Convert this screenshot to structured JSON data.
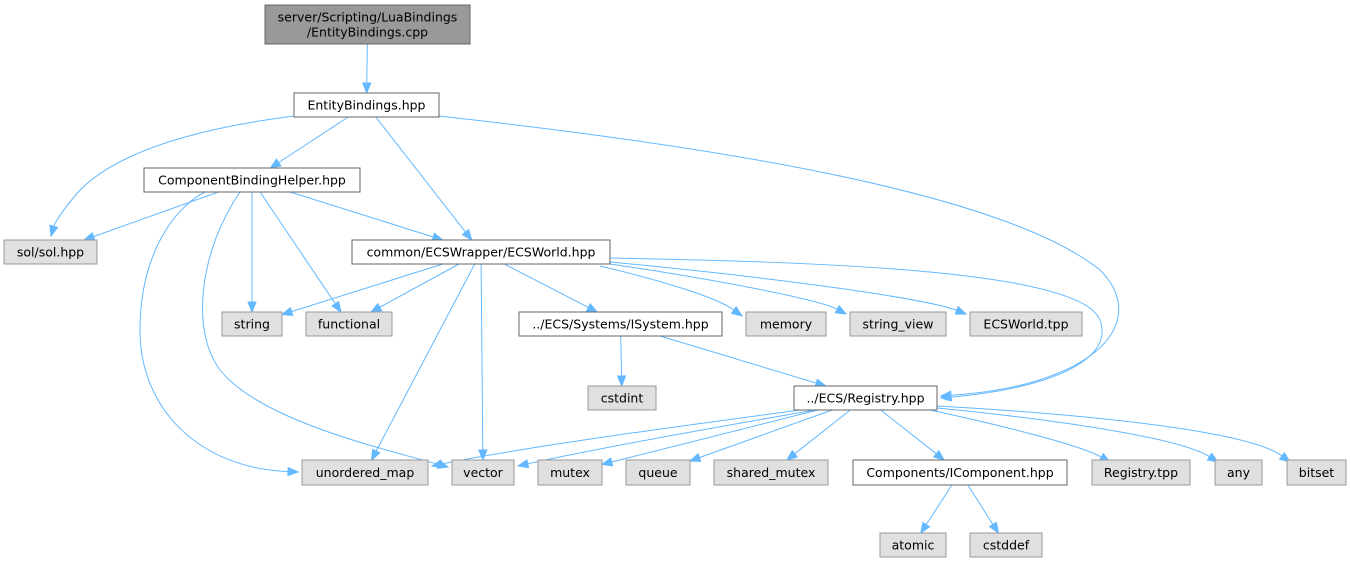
{
  "title": "Include dependency graph for EntityBindings.cpp",
  "colors": {
    "edge": "#63b8ff",
    "root_fill": "#999999",
    "root_stroke": "#666666",
    "internal_fill": "#ffffff",
    "internal_stroke": "#666666",
    "external_fill": "#e0e0e0",
    "external_stroke": "#999999"
  },
  "nodes": [
    {
      "id": "root",
      "kind": "root",
      "lines": [
        "server/Scripting/LuaBindings",
        "/EntityBindings.cpp"
      ]
    },
    {
      "id": "entitybindings_hpp",
      "kind": "internal",
      "lines": [
        "EntityBindings.hpp"
      ]
    },
    {
      "id": "componentbindinghelper_hpp",
      "kind": "internal",
      "lines": [
        "ComponentBindingHelper.hpp"
      ]
    },
    {
      "id": "sol_hpp",
      "kind": "external",
      "lines": [
        "sol/sol.hpp"
      ]
    },
    {
      "id": "ecsworld_hpp",
      "kind": "internal",
      "lines": [
        "common/ECSWrapper/ECSWorld.hpp"
      ]
    },
    {
      "id": "string",
      "kind": "external",
      "lines": [
        "string"
      ]
    },
    {
      "id": "functional",
      "kind": "external",
      "lines": [
        "functional"
      ]
    },
    {
      "id": "isystem_hpp",
      "kind": "internal",
      "lines": [
        "../ECS/Systems/ISystem.hpp"
      ]
    },
    {
      "id": "memory",
      "kind": "external",
      "lines": [
        "memory"
      ]
    },
    {
      "id": "string_view",
      "kind": "external",
      "lines": [
        "string_view"
      ]
    },
    {
      "id": "ecsworld_tpp",
      "kind": "external",
      "lines": [
        "ECSWorld.tpp"
      ]
    },
    {
      "id": "cstdint",
      "kind": "external",
      "lines": [
        "cstdint"
      ]
    },
    {
      "id": "registry_hpp",
      "kind": "internal",
      "lines": [
        "../ECS/Registry.hpp"
      ]
    },
    {
      "id": "unordered_map",
      "kind": "external",
      "lines": [
        "unordered_map"
      ]
    },
    {
      "id": "vector",
      "kind": "external",
      "lines": [
        "vector"
      ]
    },
    {
      "id": "mutex",
      "kind": "external",
      "lines": [
        "mutex"
      ]
    },
    {
      "id": "queue",
      "kind": "external",
      "lines": [
        "queue"
      ]
    },
    {
      "id": "shared_mutex",
      "kind": "external",
      "lines": [
        "shared_mutex"
      ]
    },
    {
      "id": "icomponent_hpp",
      "kind": "internal",
      "lines": [
        "Components/IComponent.hpp"
      ]
    },
    {
      "id": "registry_tpp",
      "kind": "external",
      "lines": [
        "Registry.tpp"
      ]
    },
    {
      "id": "any",
      "kind": "external",
      "lines": [
        "any"
      ]
    },
    {
      "id": "bitset",
      "kind": "external",
      "lines": [
        "bitset"
      ]
    },
    {
      "id": "atomic",
      "kind": "external",
      "lines": [
        "atomic"
      ]
    },
    {
      "id": "cstddef",
      "kind": "external",
      "lines": [
        "cstddef"
      ]
    }
  ],
  "edges": [
    [
      "root",
      "entitybindings_hpp"
    ],
    [
      "entitybindings_hpp",
      "componentbindinghelper_hpp"
    ],
    [
      "entitybindings_hpp",
      "sol_hpp"
    ],
    [
      "entitybindings_hpp",
      "ecsworld_hpp"
    ],
    [
      "entitybindings_hpp",
      "registry_hpp"
    ],
    [
      "componentbindinghelper_hpp",
      "sol_hpp"
    ],
    [
      "componentbindinghelper_hpp",
      "ecsworld_hpp"
    ],
    [
      "componentbindinghelper_hpp",
      "string"
    ],
    [
      "componentbindinghelper_hpp",
      "functional"
    ],
    [
      "componentbindinghelper_hpp",
      "unordered_map"
    ],
    [
      "componentbindinghelper_hpp",
      "vector"
    ],
    [
      "ecsworld_hpp",
      "string"
    ],
    [
      "ecsworld_hpp",
      "functional"
    ],
    [
      "ecsworld_hpp",
      "isystem_hpp"
    ],
    [
      "ecsworld_hpp",
      "memory"
    ],
    [
      "ecsworld_hpp",
      "string_view"
    ],
    [
      "ecsworld_hpp",
      "ecsworld_tpp"
    ],
    [
      "ecsworld_hpp",
      "registry_hpp"
    ],
    [
      "ecsworld_hpp",
      "unordered_map"
    ],
    [
      "ecsworld_hpp",
      "vector"
    ],
    [
      "isystem_hpp",
      "cstdint"
    ],
    [
      "isystem_hpp",
      "registry_hpp"
    ],
    [
      "registry_hpp",
      "unordered_map"
    ],
    [
      "registry_hpp",
      "vector"
    ],
    [
      "registry_hpp",
      "mutex"
    ],
    [
      "registry_hpp",
      "queue"
    ],
    [
      "registry_hpp",
      "shared_mutex"
    ],
    [
      "registry_hpp",
      "icomponent_hpp"
    ],
    [
      "registry_hpp",
      "registry_tpp"
    ],
    [
      "registry_hpp",
      "any"
    ],
    [
      "registry_hpp",
      "bitset"
    ],
    [
      "icomponent_hpp",
      "atomic"
    ],
    [
      "icomponent_hpp",
      "cstddef"
    ]
  ]
}
